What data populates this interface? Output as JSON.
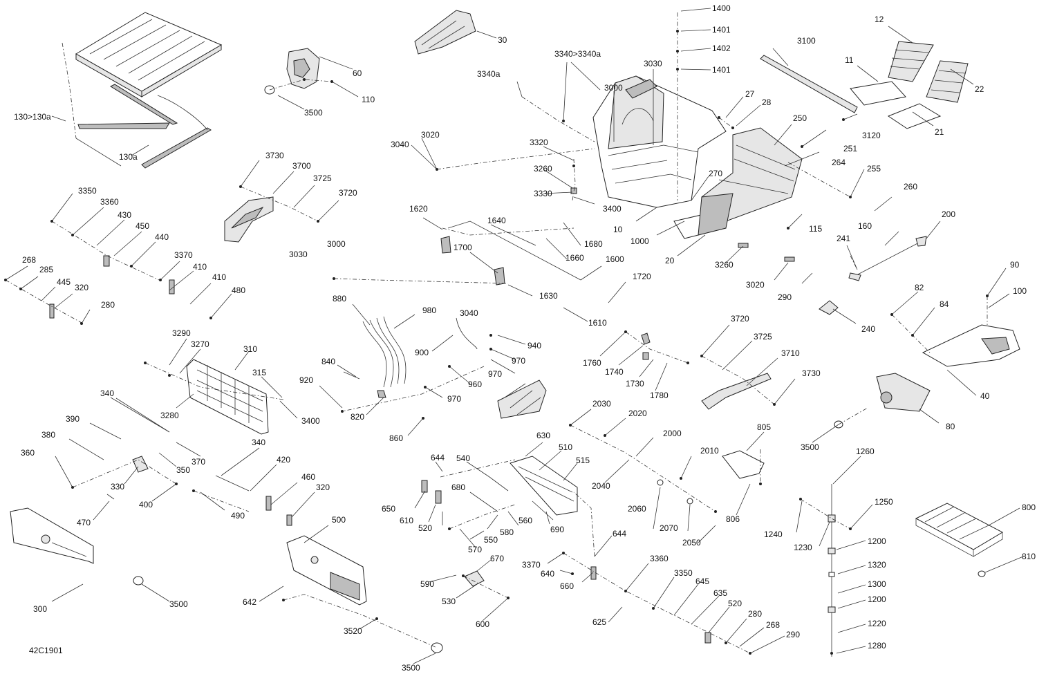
{
  "diagram_id": "42C1901",
  "callouts": [
    "1400",
    "1401",
    "1402",
    "1401",
    "12",
    "11",
    "22",
    "21",
    "3100",
    "3120",
    "30",
    "60",
    "110",
    "3500",
    "3340>3340a",
    "3340a",
    "3030",
    "3000",
    "27",
    "28",
    "130>130a",
    "130a",
    "3020",
    "3040",
    "3320",
    "3260",
    "3330",
    "250",
    "251",
    "264",
    "255",
    "260",
    "3730",
    "3700",
    "3725",
    "3720",
    "3400",
    "270",
    "10",
    "1000",
    "115",
    "20",
    "3260",
    "3020",
    "290",
    "200",
    "160",
    "241",
    "3350",
    "3360",
    "430",
    "450",
    "440",
    "3370",
    "410",
    "410",
    "480",
    "268",
    "285",
    "445",
    "320",
    "280",
    "1620",
    "1640",
    "1680",
    "1660",
    "1700",
    "1600",
    "1630",
    "3030",
    "3000",
    "3040",
    "1720",
    "1610",
    "880",
    "980",
    "900",
    "940",
    "970",
    "970",
    "960",
    "970",
    "840",
    "920",
    "820",
    "860",
    "3290",
    "3270",
    "310",
    "315",
    "3280",
    "3400",
    "340",
    "390",
    "380",
    "360",
    "370",
    "350",
    "330",
    "400",
    "470",
    "340",
    "420",
    "490",
    "460",
    "320",
    "300",
    "3500",
    "500",
    "642",
    "3520",
    "3500",
    "630",
    "644",
    "540",
    "510",
    "515",
    "650",
    "610",
    "520",
    "680",
    "560",
    "580",
    "550",
    "570",
    "690",
    "590",
    "670",
    "530",
    "600",
    "644",
    "3370",
    "640",
    "660",
    "3360",
    "3350",
    "625",
    "645",
    "635",
    "520",
    "280",
    "268",
    "290",
    "1760",
    "1740",
    "1730",
    "1780",
    "3720",
    "3725",
    "3710",
    "3730",
    "2030",
    "2020",
    "2000",
    "2040",
    "2010",
    "2060",
    "2070",
    "2050",
    "805",
    "806",
    "90",
    "100",
    "82",
    "84",
    "40",
    "240",
    "80",
    "3500",
    "1260",
    "1250",
    "1240",
    "1230",
    "1200",
    "1320",
    "1300",
    "1200",
    "1220",
    "1280",
    "800",
    "810"
  ]
}
